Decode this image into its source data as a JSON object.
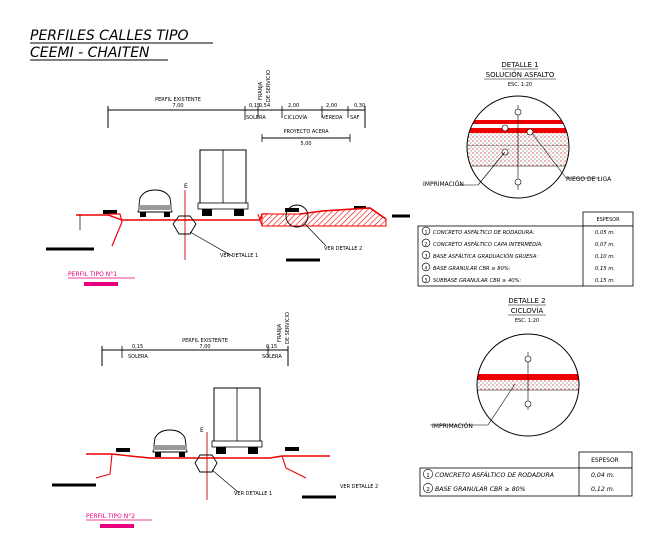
{
  "title": {
    "line1": "PERFILES CALLES TIPO",
    "line2": "CEEMI - CHAITEN"
  },
  "profile1": {
    "label": "PERFIL TIPO N°1",
    "existing_label": "PERFIL EXISTENTE",
    "existing_value": "7,00",
    "d1": "0,15",
    "d2": "0,54",
    "d3": "2,00",
    "d4": "2,00",
    "d5": "0,30",
    "solera": "SOLERA",
    "ciclovia": "CICLOVÍA",
    "vereda": "VEREDA",
    "saf": "SAF",
    "franja": "FRANJA",
    "servicio": "DE SERVICIO",
    "acera_label": "PROYECTO ACERA",
    "acera_value": "5,00",
    "axis": "E",
    "ver_detalle_1": "VER DETALLE 1",
    "ver_detalle_2": "VER DETALLE 2"
  },
  "profile2": {
    "label": "PERFIL TIPO N°2",
    "existing_label": "PERFIL EXISTENTE",
    "existing_value": "7,00",
    "d1": "0,15",
    "d2": "0,15",
    "solera_l": "SOLERA",
    "solera_r": "SOLERA",
    "franja": "FRANJA",
    "servicio": "DE SERVICIO",
    "axis": "E",
    "ver_detalle_1": "VER DETALLE 1",
    "ver_detalle_2": "VER DETALLE 2"
  },
  "detail1": {
    "title": "DETALLE 1",
    "subtitle": "SOLUCIÓN ASFALTO",
    "scale": "ESC. 1:20",
    "imprimacion": "IMPRIMACIÓN",
    "riego": "RIEGO DE LIGA",
    "table_header": "ESPESOR",
    "rows": [
      {
        "n": "1",
        "text": "CONCRETO ASFÁLTICO DE RODADURA:",
        "value": "0,05 m."
      },
      {
        "n": "2",
        "text": "CONCRETO ASFÁLTICO CAPA INTERMEDIA:",
        "value": "0,07 m."
      },
      {
        "n": "3",
        "text": "BASE ASFÁLTICA GRADUACIÓN GRUESA:",
        "value": "0,10 m."
      },
      {
        "n": "4",
        "text": "BASE GRANULAR CBR ≥ 80%:",
        "value": "0,15 m."
      },
      {
        "n": "5",
        "text": "SUBBASE GRANULAR CBR ≥ 40%:",
        "value": "0,15 m."
      }
    ]
  },
  "detail2": {
    "title": "DETALLE 2",
    "subtitle": "CICLOVÍA",
    "scale": "ESC. 1:20",
    "imprimacion": "IMPRIMACIÓN",
    "table_header": "ESPESOR",
    "rows": [
      {
        "n": "1",
        "text": "CONCRETO ASFÁLTICO DE RODADURA",
        "value": "0,04 m."
      },
      {
        "n": "2",
        "text": "BASE GRANULAR CBR ≥ 80%",
        "value": "0,12 m."
      }
    ]
  }
}
